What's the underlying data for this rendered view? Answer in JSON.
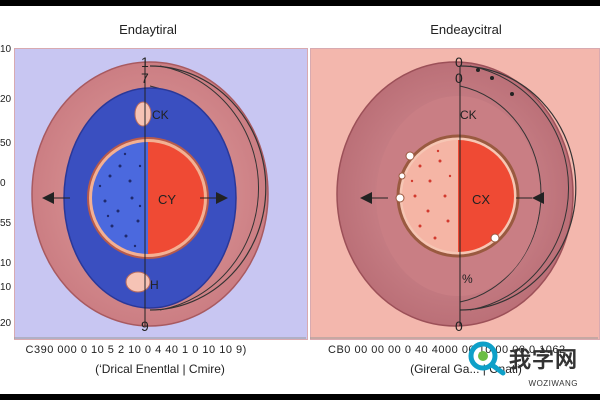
{
  "left_panel": {
    "title": "Endaytiral",
    "center_label": "CY",
    "upper_label": "CK",
    "lower_label": "H",
    "top_marks": [
      "1",
      "7"
    ],
    "bottom_mark": "9",
    "y_ticks": [
      "10",
      "20",
      "50",
      "0",
      "55",
      "10",
      "10",
      "20"
    ],
    "x_ticks": " C390 000 0 10 5 2 10 0 4 40 1 0 10 10 9)",
    "caption": "(‘Drical Enentlal | Cmire)"
  },
  "right_panel": {
    "title": "Endeaycitral",
    "center_label": "CX",
    "upper_label": "CK",
    "lower_label": "%",
    "top_marks": [
      "0",
      "0"
    ],
    "bottom_mark": "0",
    "x_ticks": "CB0 00 00 00 0 40 4000 00 10 00 00 0 1062",
    "caption": "(Gireral Ga... | Onati)"
  },
  "watermark": {
    "text": "我字网",
    "sub": "WOZIWANG"
  },
  "colors": {
    "left_bg": "#c8c6f2",
    "left_outer": "#d58a8a",
    "left_blue": "#3a4fc0",
    "left_nucleus_blue": "#4b69de",
    "left_red": "#ef4a34",
    "right_bg": "#f3b7ad",
    "right_outer": "#c67e82",
    "right_core": "#f09b8e",
    "right_red": "#ef4a34"
  }
}
